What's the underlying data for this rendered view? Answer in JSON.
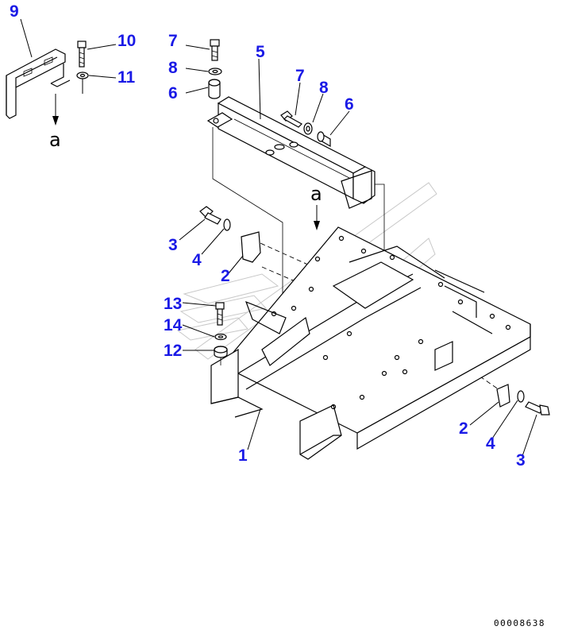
{
  "callouts": {
    "c9": "9",
    "c10": "10",
    "c11": "11",
    "c7a": "7",
    "c8a": "8",
    "c6a": "6",
    "c5": "5",
    "c7b": "7",
    "c8b": "8",
    "c6b": "6",
    "c3a": "3",
    "c4a": "4",
    "c2a": "2",
    "c13": "13",
    "c14": "14",
    "c12": "12",
    "c1": "1",
    "c2b": "2",
    "c4b": "4",
    "c3b": "3"
  },
  "view_refs": {
    "top_left": "a",
    "on_frame": "a"
  },
  "document_number": "00008638",
  "colors": {
    "callout": "#1a1ae6",
    "lines": "#000000",
    "watermark": "#c8c8c8"
  }
}
